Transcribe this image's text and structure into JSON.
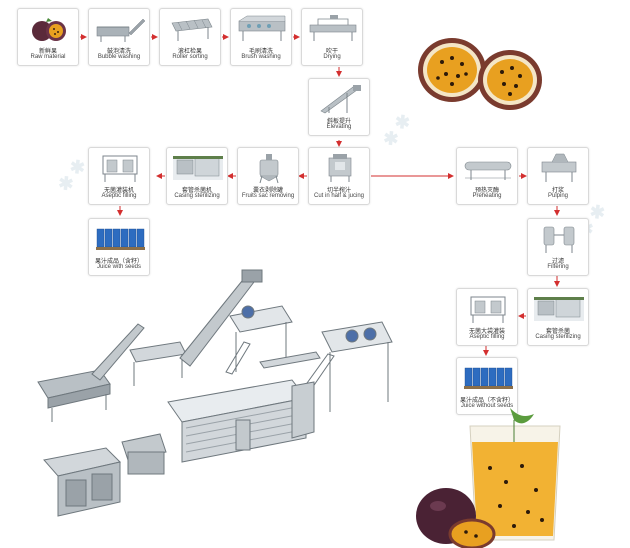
{
  "steps": [
    {
      "cn": "新鲜果",
      "en": "Raw material",
      "icon": "passion-fruit"
    },
    {
      "cn": "鼓泡清洗",
      "en": "Bubble washing",
      "icon": "bubble-washer"
    },
    {
      "cn": "滚杠检果",
      "en": "Roller sorting",
      "icon": "roller-sorter"
    },
    {
      "cn": "毛刷清洗",
      "en": "Brush washing",
      "icon": "brush-washer"
    },
    {
      "cn": "吹干",
      "en": "Drying",
      "icon": "air-dryer"
    },
    {
      "cn": "斜板提升",
      "en": "Elevating",
      "icon": "elevator"
    },
    {
      "cn": "切半榨汁",
      "en": "Cut in half & jucing",
      "icon": "cutting-juicer"
    },
    {
      "cn": "囊衣剥除罐",
      "en": "Fruits sac removing",
      "icon": "sac-removal-tank"
    },
    {
      "cn": "套管杀菌机",
      "en": "Casing sterilizing",
      "icon": "tube-sterilizer"
    },
    {
      "cn": "无菌灌装机",
      "en": "Aseptic filling",
      "icon": "aseptic-filler"
    },
    {
      "cn": "果汁成品（含籽）",
      "en": "Juice with seeds",
      "icon": "drum-pallet"
    },
    {
      "cn": "预热灭酶",
      "en": "Preheating",
      "icon": "preheater"
    },
    {
      "cn": "打浆",
      "en": "Pulping",
      "icon": "pulper"
    },
    {
      "cn": "过滤",
      "en": "Filtering",
      "icon": "filter"
    },
    {
      "cn": "套管杀菌",
      "en": "Casing sterilizing",
      "icon": "tube-sterilizer"
    },
    {
      "cn": "无菌大袋灌装",
      "en": "Aseptic filling",
      "icon": "aseptic-filler"
    },
    {
      "cn": "果汁成品（不含籽）",
      "en": "Juice without seeds",
      "icon": "drum-pallet"
    }
  ],
  "colors": {
    "arrow": "#d32f2f",
    "machine": "#9aa2a8",
    "drum": "#2d6cc0",
    "fruit_purple": "#5a2a3a",
    "fruit_pulp": "#e8a020",
    "juice": "#f2b233"
  },
  "illustrations": [
    "passion-fruit-halves",
    "juice-glass-with-fruit",
    "production-line-3d"
  ]
}
